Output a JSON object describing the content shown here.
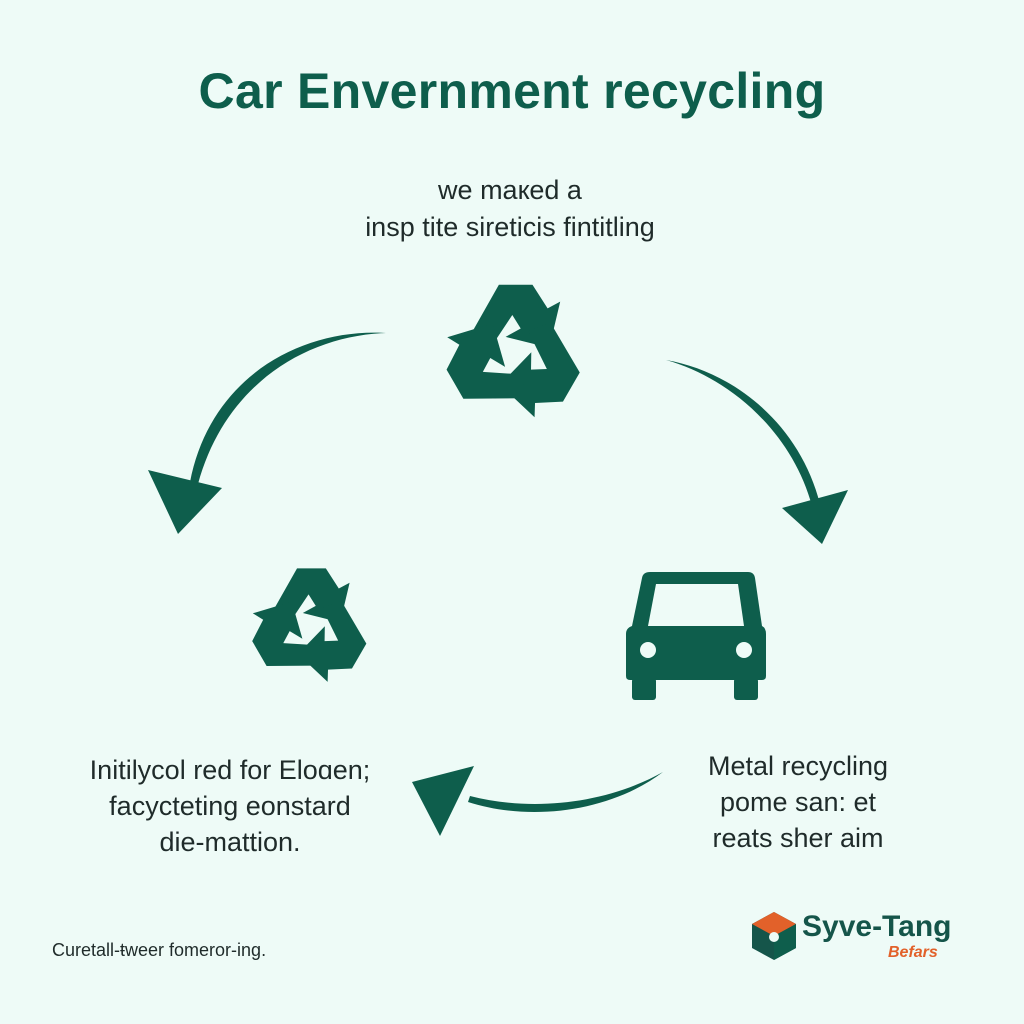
{
  "title": "Car Envernment recycling",
  "subtitle": {
    "line1": "we maкed a",
    "line2": "insp tite sireticis fintitling"
  },
  "left_caption": {
    "line1": "Initilycol red for Eloɑen;",
    "line2": "facycteting eonstard",
    "line3": "die-mattion."
  },
  "right_caption": {
    "line1": "Metal recycling",
    "line2": "pome san: et",
    "line3": "reats sher aim"
  },
  "footer_note": "Curetall-ŧweer fomeror-ing.",
  "logo": {
    "name": "Syve-Tang",
    "tagline": "Befars"
  },
  "icons": [
    "recycle-icon",
    "recycle-icon",
    "car-icon"
  ],
  "colors": {
    "background": "#eefbf7",
    "primary_green": "#0e5e4c",
    "text": "#1f2b2a",
    "logo_orange": "#e2612a"
  }
}
